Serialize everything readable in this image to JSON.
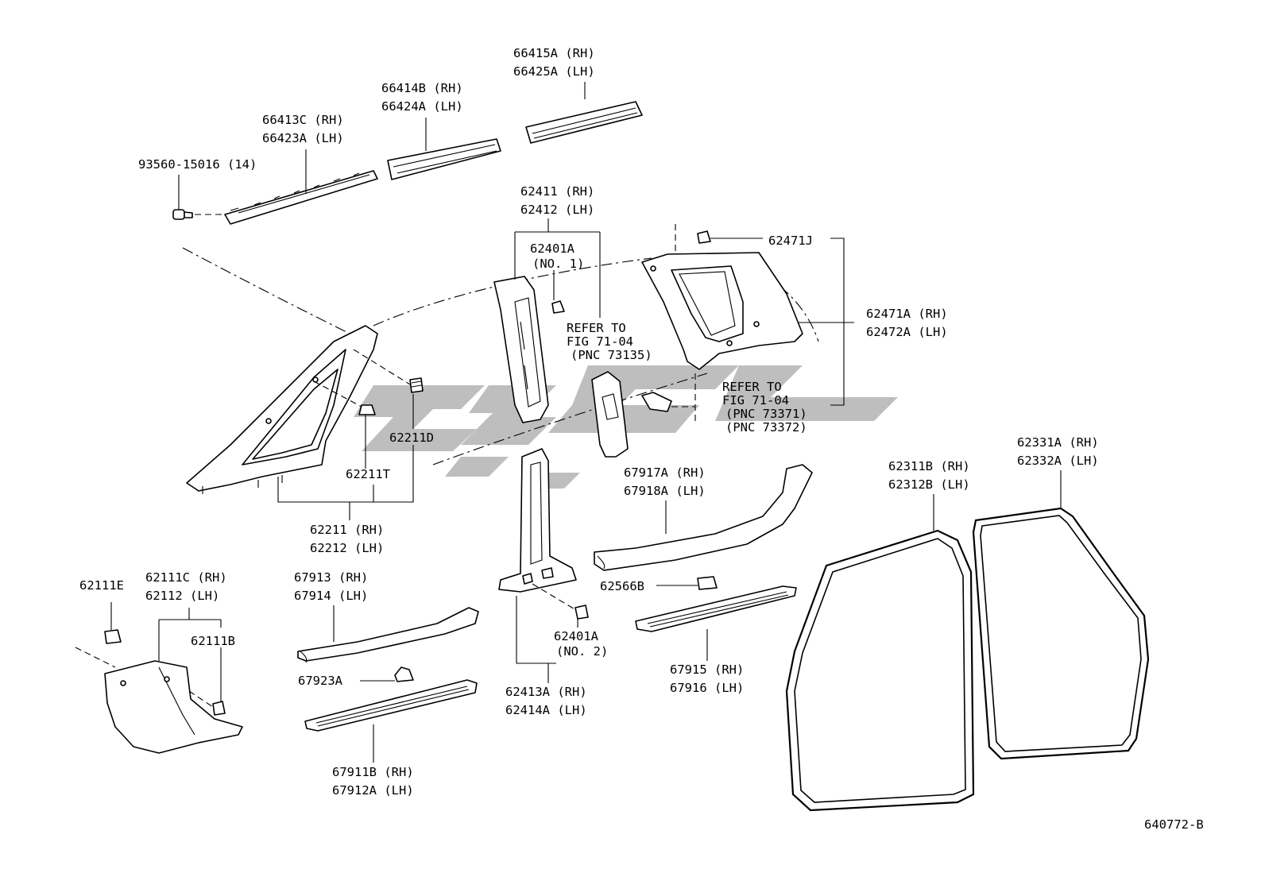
{
  "diagram_id": "640772-B",
  "labels": {
    "p66415": [
      "66415A (RH)",
      "66425A (LH)"
    ],
    "p66414": [
      "66414B (RH)",
      "66424A (LH)"
    ],
    "p66413": [
      "66413C (RH)",
      "66423A (LH)"
    ],
    "p93560": [
      "93560-15016 (14)"
    ],
    "p62411": [
      "62411 (RH)",
      "62412 (LH)"
    ],
    "p62401a1": [
      "62401A",
      "(NO. 1)"
    ],
    "p62471j": [
      "62471J"
    ],
    "p62471a": [
      "62471A (RH)",
      "62472A (LH)"
    ],
    "ref73135": [
      "REFER TO",
      "FIG 71-04",
      "(PNC 73135)"
    ],
    "ref73371": [
      "REFER TO",
      "FIG 71-04",
      "(PNC 73371)",
      "(PNC 73372)"
    ],
    "p62211d": [
      "62211D"
    ],
    "p62211t": [
      "62211T"
    ],
    "p62211": [
      "62211 (RH)",
      "62212 (LH)"
    ],
    "p67917": [
      "67917A (RH)",
      "67918A (LH)"
    ],
    "p62566b": [
      "62566B"
    ],
    "p62311": [
      "62311B (RH)",
      "62312B (LH)"
    ],
    "p62331": [
      "62331A (RH)",
      "62332A (LH)"
    ],
    "p62111e": [
      "62111E"
    ],
    "p62111c": [
      "62111C (RH)",
      "62112   (LH)"
    ],
    "p62111b": [
      "62111B"
    ],
    "p67913": [
      "67913 (RH)",
      "67914 (LH)"
    ],
    "p67923a": [
      "67923A"
    ],
    "p67911": [
      "67911B (RH)",
      "67912A (LH)"
    ],
    "p62401a2": [
      "62401A",
      "(NO. 2)"
    ],
    "p62413": [
      "62413A (RH)",
      "62414A (LH)"
    ],
    "p67915": [
      "67915 (RH)",
      "67916 (LH)"
    ]
  }
}
